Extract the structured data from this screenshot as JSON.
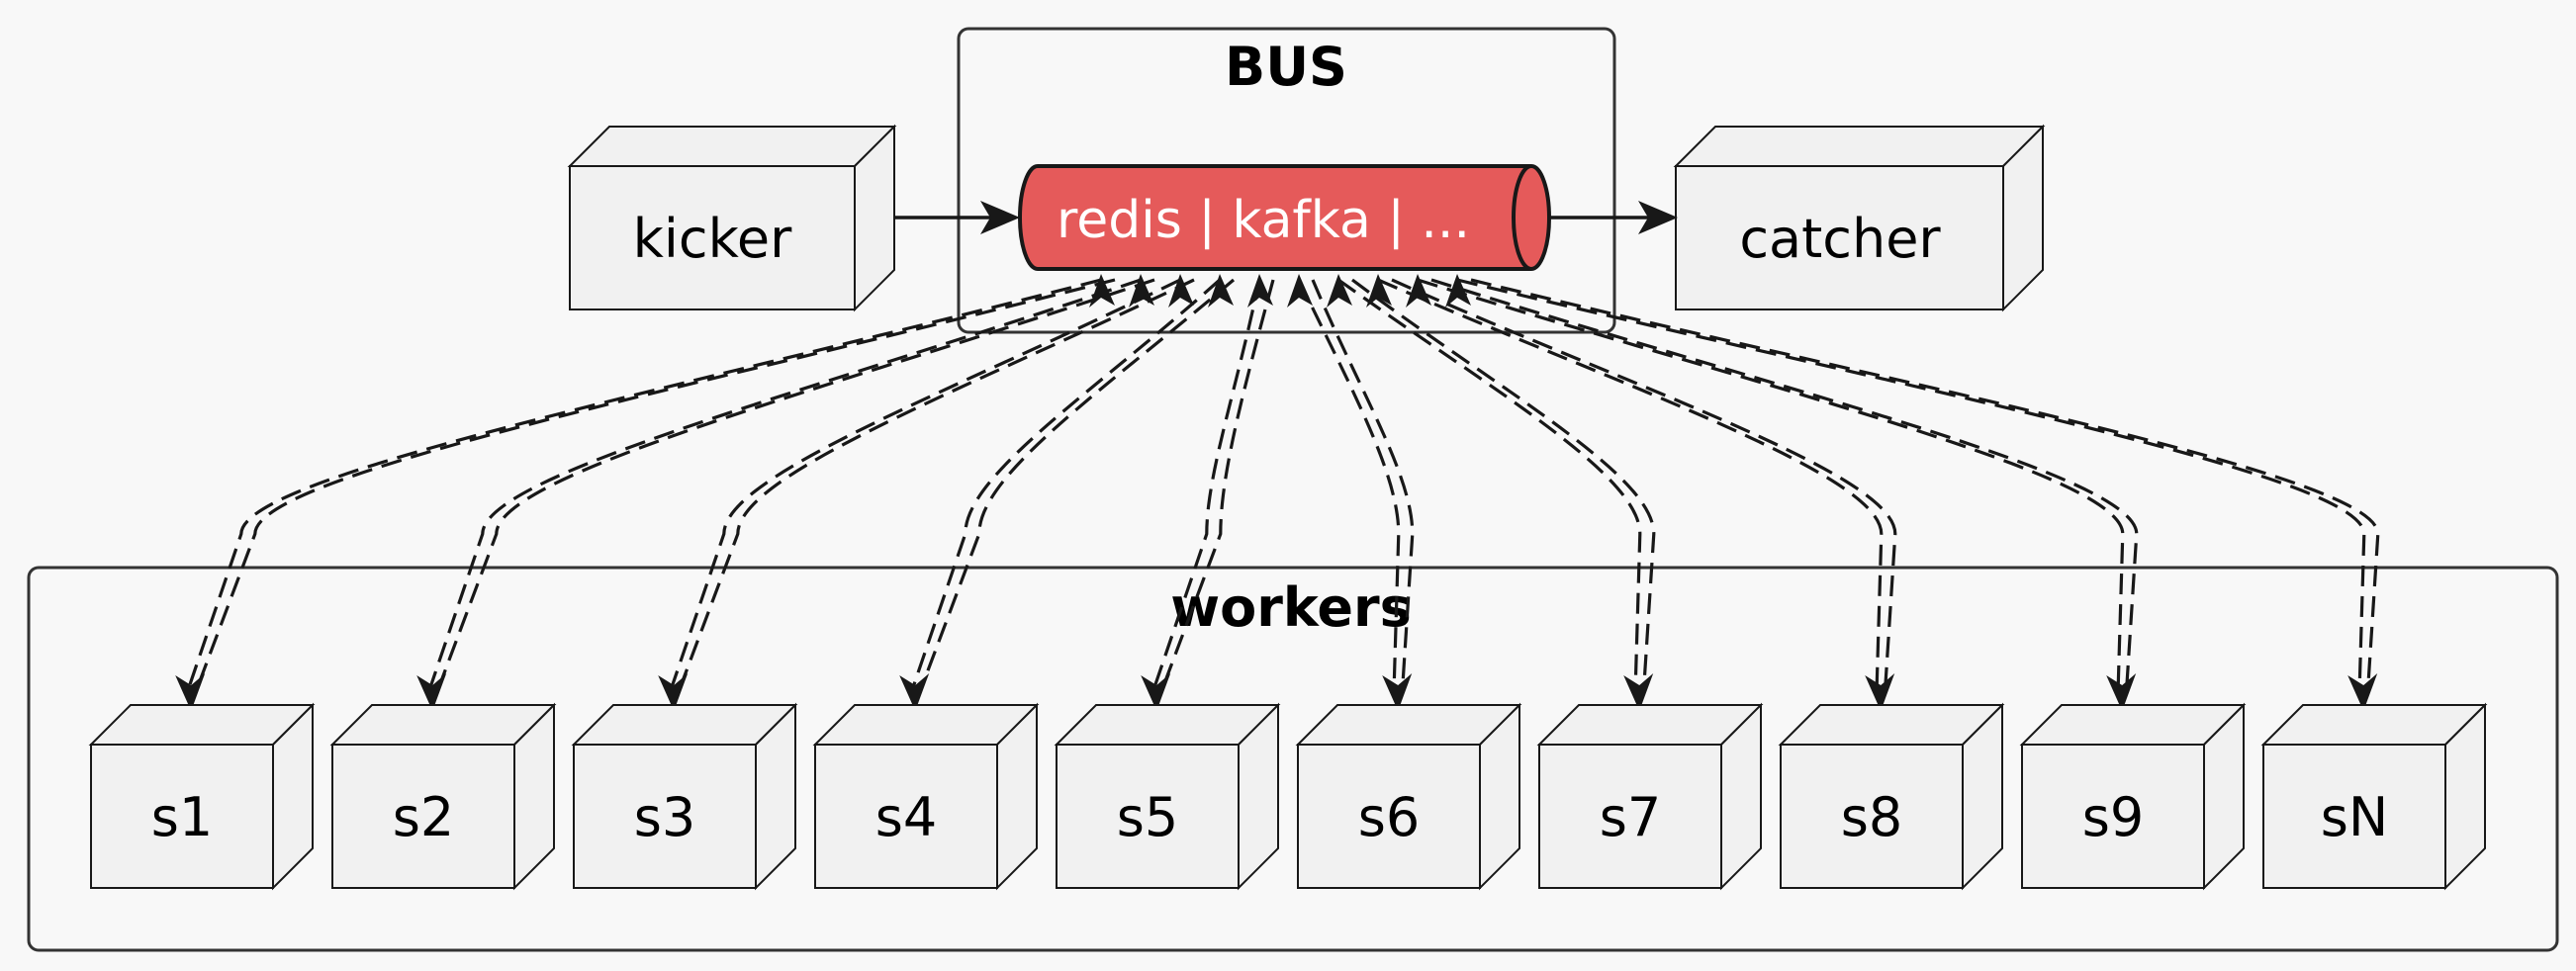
{
  "clusters": {
    "bus": {
      "title": "BUS"
    },
    "workers": {
      "title": "workers"
    }
  },
  "queue": {
    "label": "redis | kafka | ...",
    "fill_color": "#e55a5a"
  },
  "nodes": {
    "kicker": "kicker",
    "catcher": "catcher"
  },
  "workers": [
    "s1",
    "s2",
    "s3",
    "s4",
    "s5",
    "s6",
    "s7",
    "s8",
    "s9",
    "sN"
  ],
  "colors": {
    "background": "#f8f8f8",
    "node_fill": "#f1f1f1",
    "line": "#181818"
  }
}
